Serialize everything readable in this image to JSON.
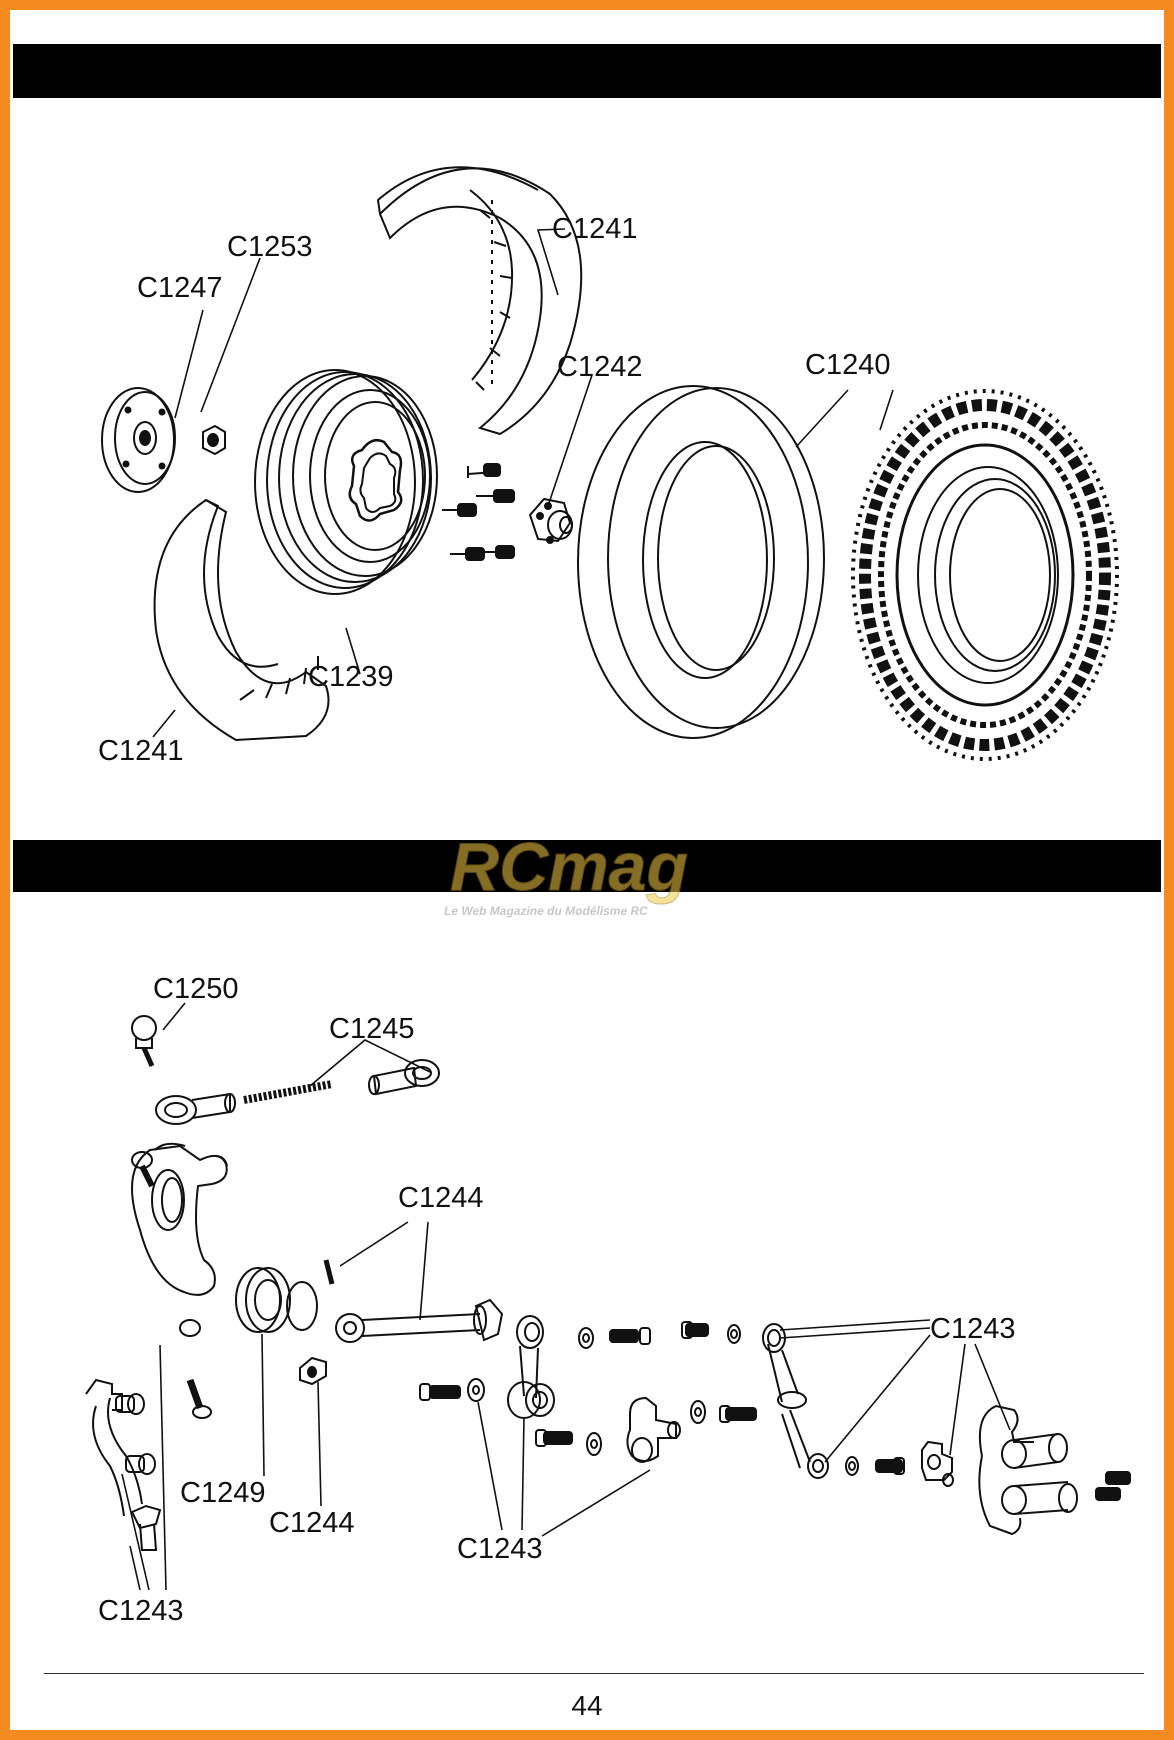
{
  "top_diagram": {
    "labels": {
      "c1253": "C1253",
      "c1247": "C1247",
      "c1241_top": "C1241",
      "c1242": "C1242",
      "c1240": "C1240",
      "c1239": "C1239",
      "c1241_bottom": "C1241"
    }
  },
  "watermark": {
    "logo": "RCmag",
    "tagline": "Le Web Magazine du Modélisme RC"
  },
  "bottom_diagram": {
    "labels": {
      "c1250": "C1250",
      "c1245": "C1245",
      "c1244_top": "C1244",
      "c1243_right": "C1243",
      "c1249": "C1249",
      "c1244_bottom": "C1244",
      "c1243_middle": "C1243",
      "c1243_left": "C1243"
    }
  },
  "footer": {
    "page_number": "44"
  },
  "colors": {
    "border": "#f58a1f",
    "band": "#000000",
    "line": "#111111"
  }
}
